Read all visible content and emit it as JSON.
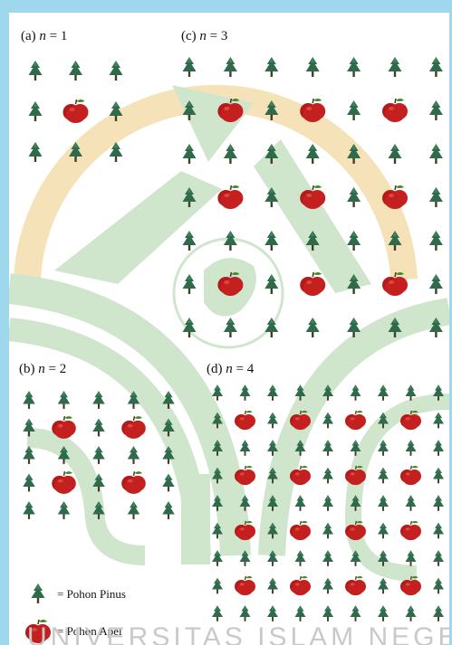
{
  "panels": [
    {
      "id": "a",
      "prefix": "(a) ",
      "var": "n",
      "suffix": " = 1"
    },
    {
      "id": "b",
      "prefix": "(b) ",
      "var": "n",
      "suffix": " = 2"
    },
    {
      "id": "c",
      "prefix": "(c) ",
      "var": "n",
      "suffix": " = 3"
    },
    {
      "id": "d",
      "prefix": "(d) ",
      "var": "n",
      "suffix": " = 4"
    }
  ],
  "legend": {
    "pine_label": "= Pohon Pinus",
    "apple_label": "= Pohon Apel"
  },
  "watermark": "UNIVERSITAS ISLAM NEGERI",
  "colors": {
    "frame": "#9fd8ec",
    "pine": "#2f6a4a",
    "apple": "#c42020",
    "leaf": "#3f8a2a",
    "logo_green": "#cfe6cd",
    "logo_gold": "#f6e2b9"
  }
}
